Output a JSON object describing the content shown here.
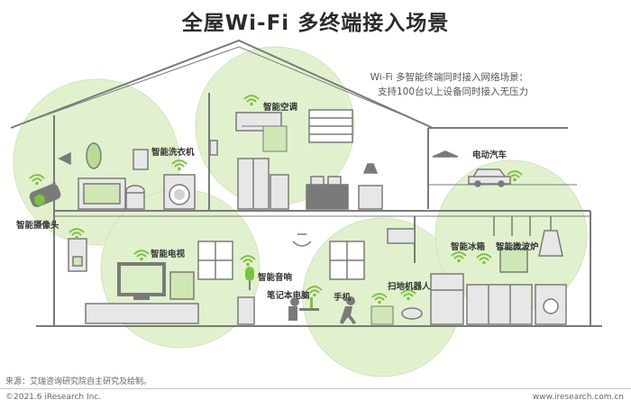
{
  "title": "全屋Wi-Fi 多终端接入场景",
  "caption": {
    "line1": "Wi-Fi 多智能终端同时接入网络场景：",
    "line2": "支持100台以上设备同时接入无压力"
  },
  "devices": [
    {
      "key": "camera",
      "label": "智能摄像头"
    },
    {
      "key": "washer",
      "label": "智能洗衣机"
    },
    {
      "key": "ac",
      "label": "智能空调"
    },
    {
      "key": "car",
      "label": "电动汽车"
    },
    {
      "key": "tv",
      "label": "智能电视"
    },
    {
      "key": "speaker",
      "label": "智能音响"
    },
    {
      "key": "laptop",
      "label": "笔记本电脑"
    },
    {
      "key": "phone",
      "label": "手机"
    },
    {
      "key": "robot",
      "label": "扫地机器人"
    },
    {
      "key": "fridge",
      "label": "智能冰箱"
    },
    {
      "key": "microwave",
      "label": "智能微波炉"
    }
  ],
  "footer": {
    "source": "来源：艾瑞咨询研究院自主研究及绘制。",
    "copyright": "©2021.6 iResearch Inc.",
    "site": "www.iresearch.com.cn"
  },
  "colors": {
    "coverage": "#c9e6a6",
    "wifi": "#7cc242",
    "outline": "#7a7a7a",
    "fill": "#e7e7e7"
  }
}
